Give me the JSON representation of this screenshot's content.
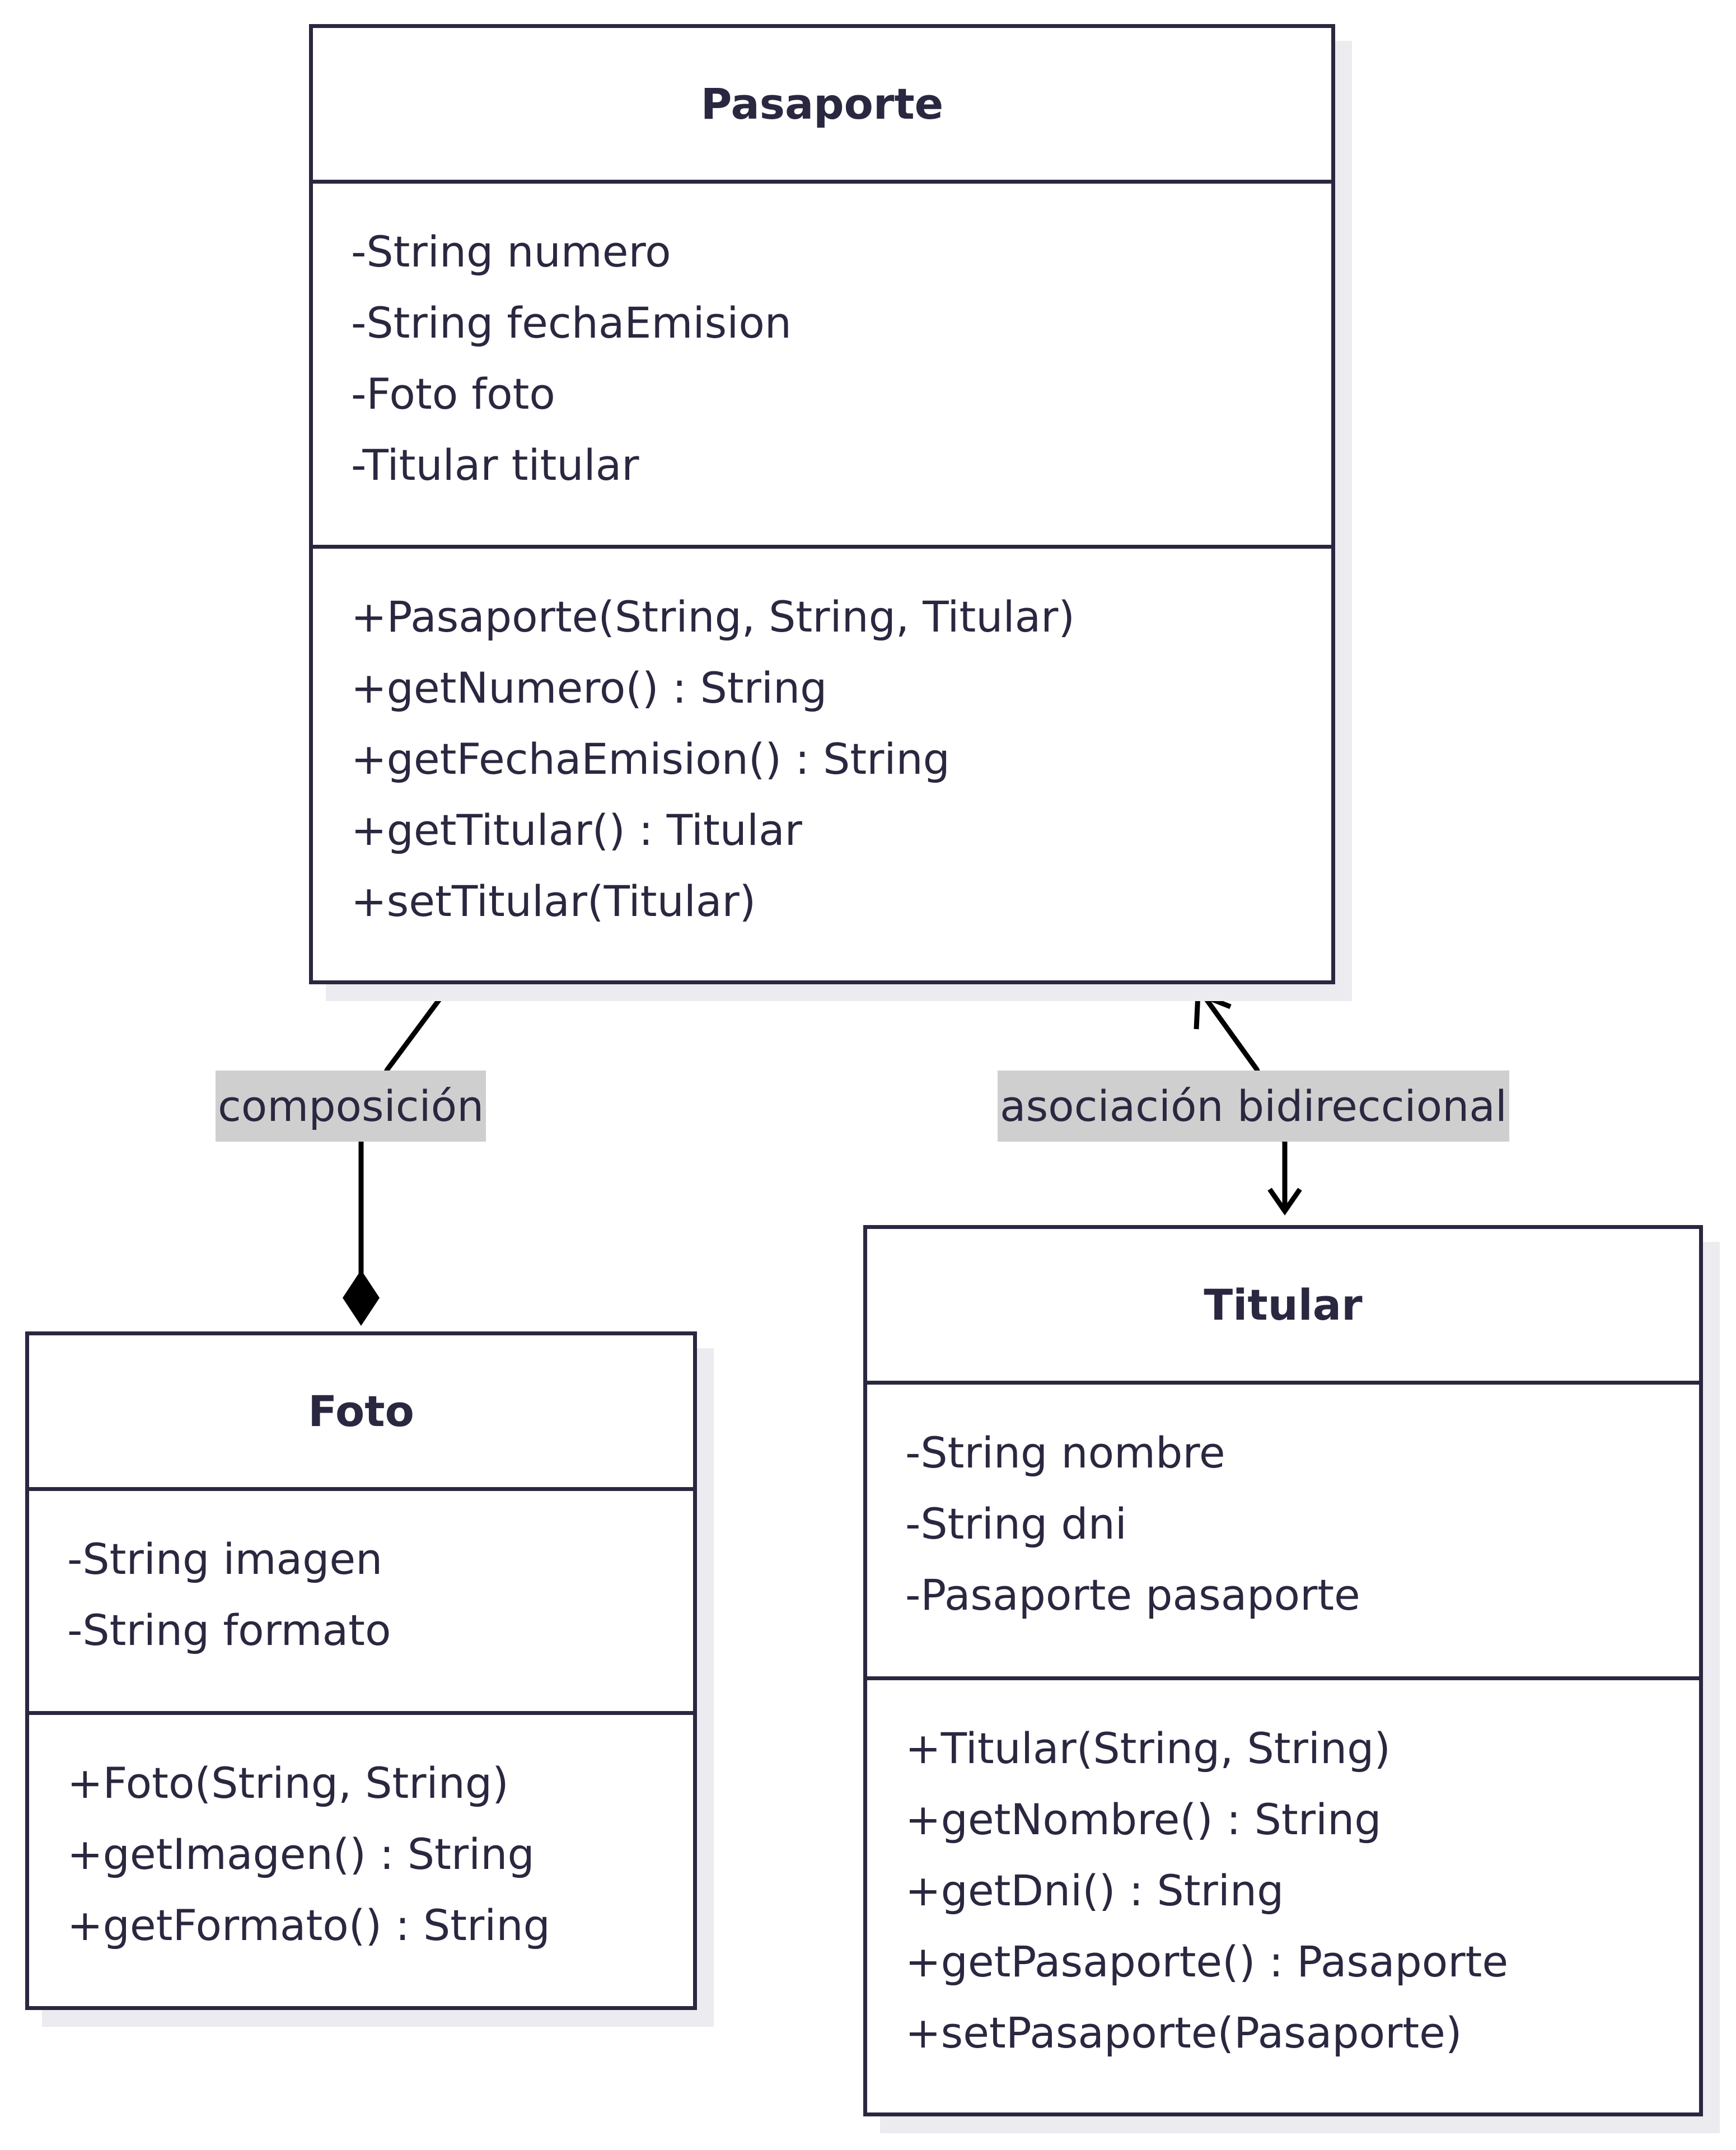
{
  "classes": {
    "pasaporte": {
      "name": "Pasaporte",
      "attributes": [
        "-String numero",
        "-String fechaEmision",
        "-Foto foto",
        "-Titular titular"
      ],
      "methods": [
        "+Pasaporte(String, String, Titular)",
        "+getNumero() : String",
        "+getFechaEmision() : String",
        "+getTitular() : Titular",
        "+setTitular(Titular)"
      ]
    },
    "foto": {
      "name": "Foto",
      "attributes": [
        "-String imagen",
        "-String formato"
      ],
      "methods": [
        "+Foto(String, String)",
        "+getImagen() : String",
        "+getFormato() : String"
      ]
    },
    "titular": {
      "name": "Titular",
      "attributes": [
        "-String nombre",
        "-String dni",
        "-Pasaporte pasaporte"
      ],
      "methods": [
        "+Titular(String, String)",
        "+getNombre() : String",
        "+getDni() : String",
        "+getPasaporte() : Pasaporte",
        "+setPasaporte(Pasaporte)"
      ]
    }
  },
  "relations": {
    "composition": {
      "label": "composición",
      "from": "Pasaporte",
      "to": "Foto",
      "type": "composition"
    },
    "association": {
      "label": "asociación bidireccional",
      "from": "Pasaporte",
      "to": "Titular",
      "type": "bidirectional-association"
    }
  },
  "colors": {
    "line": "#2a2840",
    "label_bg": "#cfcfcf",
    "shadow": "#ebebf0"
  }
}
